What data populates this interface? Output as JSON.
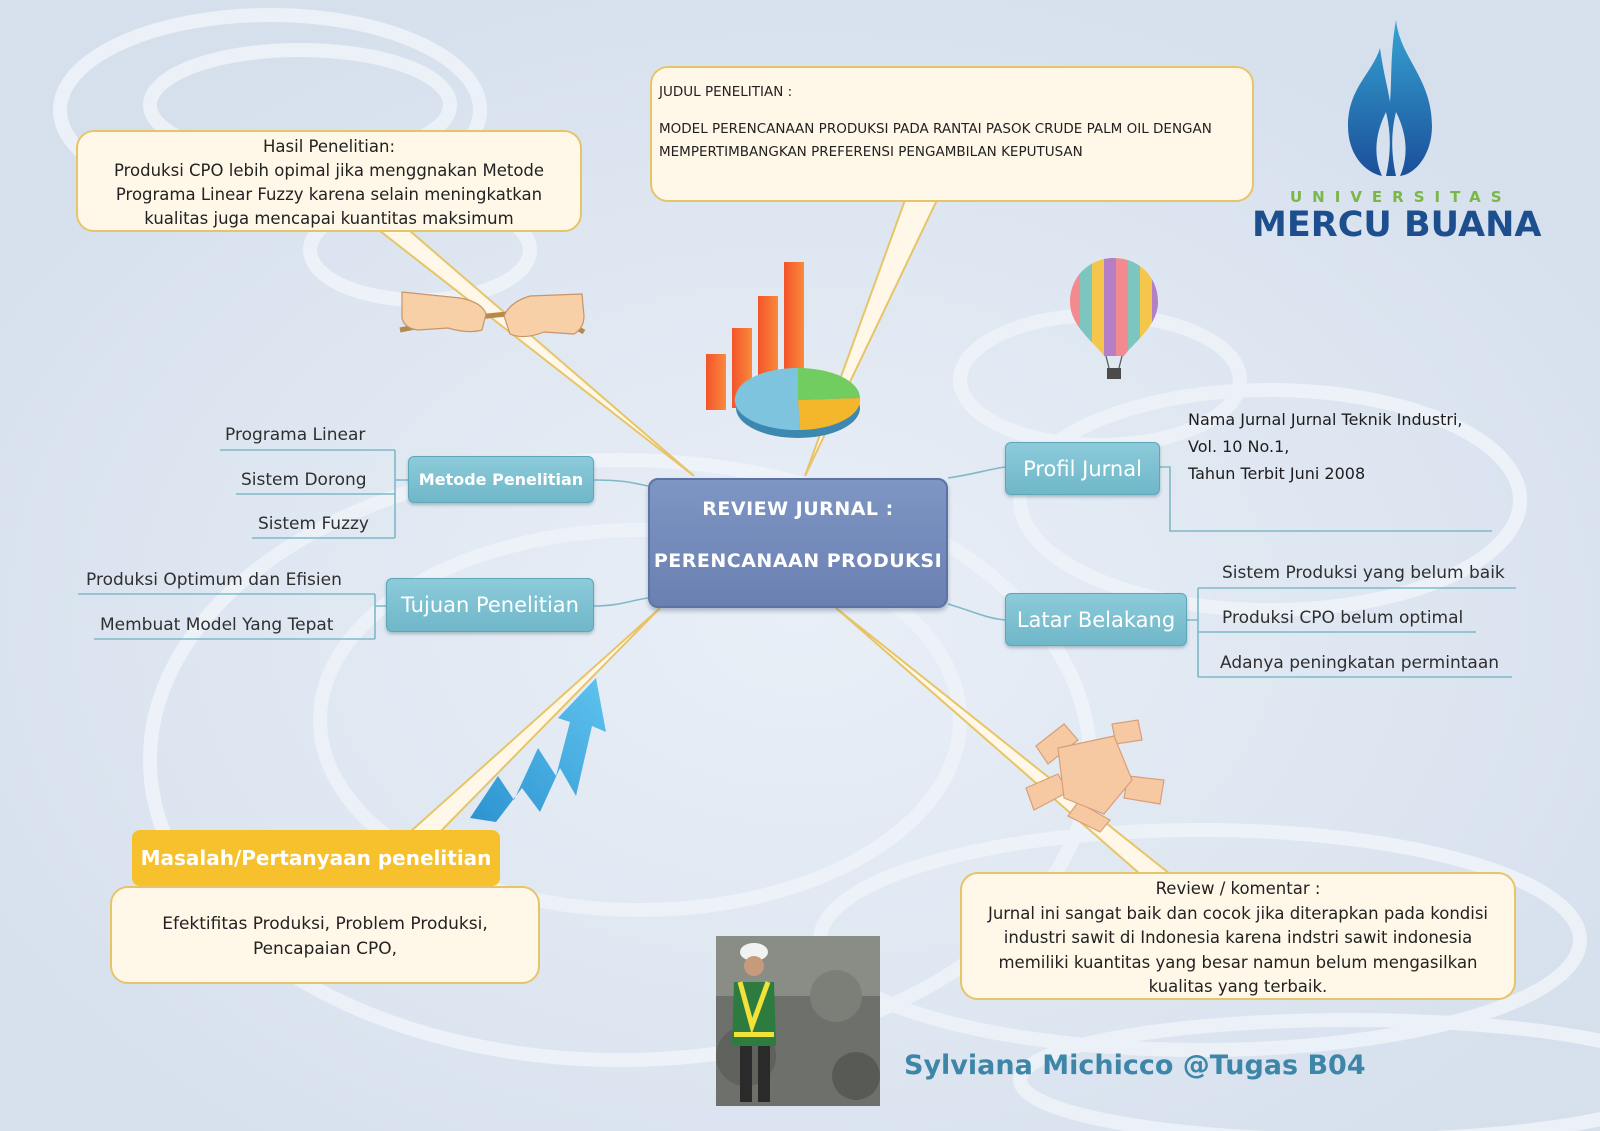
{
  "center": {
    "line1": "REVIEW JURNAL :",
    "line2": "PERENCANAAN PRODUKSI"
  },
  "judul": {
    "label": "JUDUL PENELITIAN :",
    "line1": "MODEL PERENCANAAN PRODUKSI PADA RANTAI PASOK CRUDE PALM OIL DENGAN",
    "line2": "MEMPERTIMBANGKAN PREFERENSI PENGAMBILAN KEPUTUSAN"
  },
  "hasil": {
    "label": "Hasil Penelitian:",
    "lines": [
      "Produksi CPO lebih opimal jika menggnakan Metode",
      "Programa Linear Fuzzy karena selain meningkatkan",
      "kualitas juga mencapai kuantitas maksimum"
    ]
  },
  "metode": {
    "label": "Metode Penelitian",
    "items": [
      "Programa Linear",
      "Sistem Dorong",
      "Sistem Fuzzy"
    ]
  },
  "tujuan": {
    "label": "Tujuan Penelitian",
    "items": [
      "Produksi Optimum dan Efisien",
      "Membuat Model Yang Tepat"
    ]
  },
  "profil": {
    "label": "Profil Jurnal",
    "lines": [
      "Nama Jurnal Jurnal Teknik Industri,",
      "Vol. 10 No.1,",
      "Tahun Terbit Juni 2008"
    ]
  },
  "latar": {
    "label": "Latar Belakang",
    "items": [
      "Sistem Produksi yang belum baik",
      "Produksi CPO belum optimal",
      "Adanya peningkatan permintaan"
    ]
  },
  "masalah": {
    "label": "Masalah/Pertanyaan penelitian",
    "lines": [
      "Efektifitas Produksi, Problem Produksi,",
      "Pencapaian CPO,"
    ]
  },
  "review": {
    "label": "Review / komentar :",
    "lines": [
      "Jurnal ini sangat baik dan cocok jika diterapkan pada kondisi",
      "industri sawit di Indonesia karena indstri sawit indonesia",
      "memiliki kuantitas yang besar namun belum mengasilkan",
      "kualitas yang terbaik."
    ]
  },
  "logo": {
    "small": "UNIVERSITAS",
    "big": "MERCU BUANA"
  },
  "author": "Sylviana Michicco @Tugas B04",
  "colors": {
    "background": "#dde6f1",
    "center_node": "#7388b8",
    "branch_node": "#7cc0d1",
    "callout_fill": "#fff8e8",
    "callout_border": "#e7c468",
    "masalah_fill": "#f6c12d",
    "logo_blue": "#1d4f8f",
    "logo_green": "#7ab648",
    "author_text": "#3e86a7"
  },
  "icons": [
    "tug-of-war-hands-icon",
    "bar-pie-chart-icon",
    "hot-air-balloon-icon",
    "growth-arrow-icon",
    "teamwork-hands-icon",
    "university-flame-logo"
  ]
}
